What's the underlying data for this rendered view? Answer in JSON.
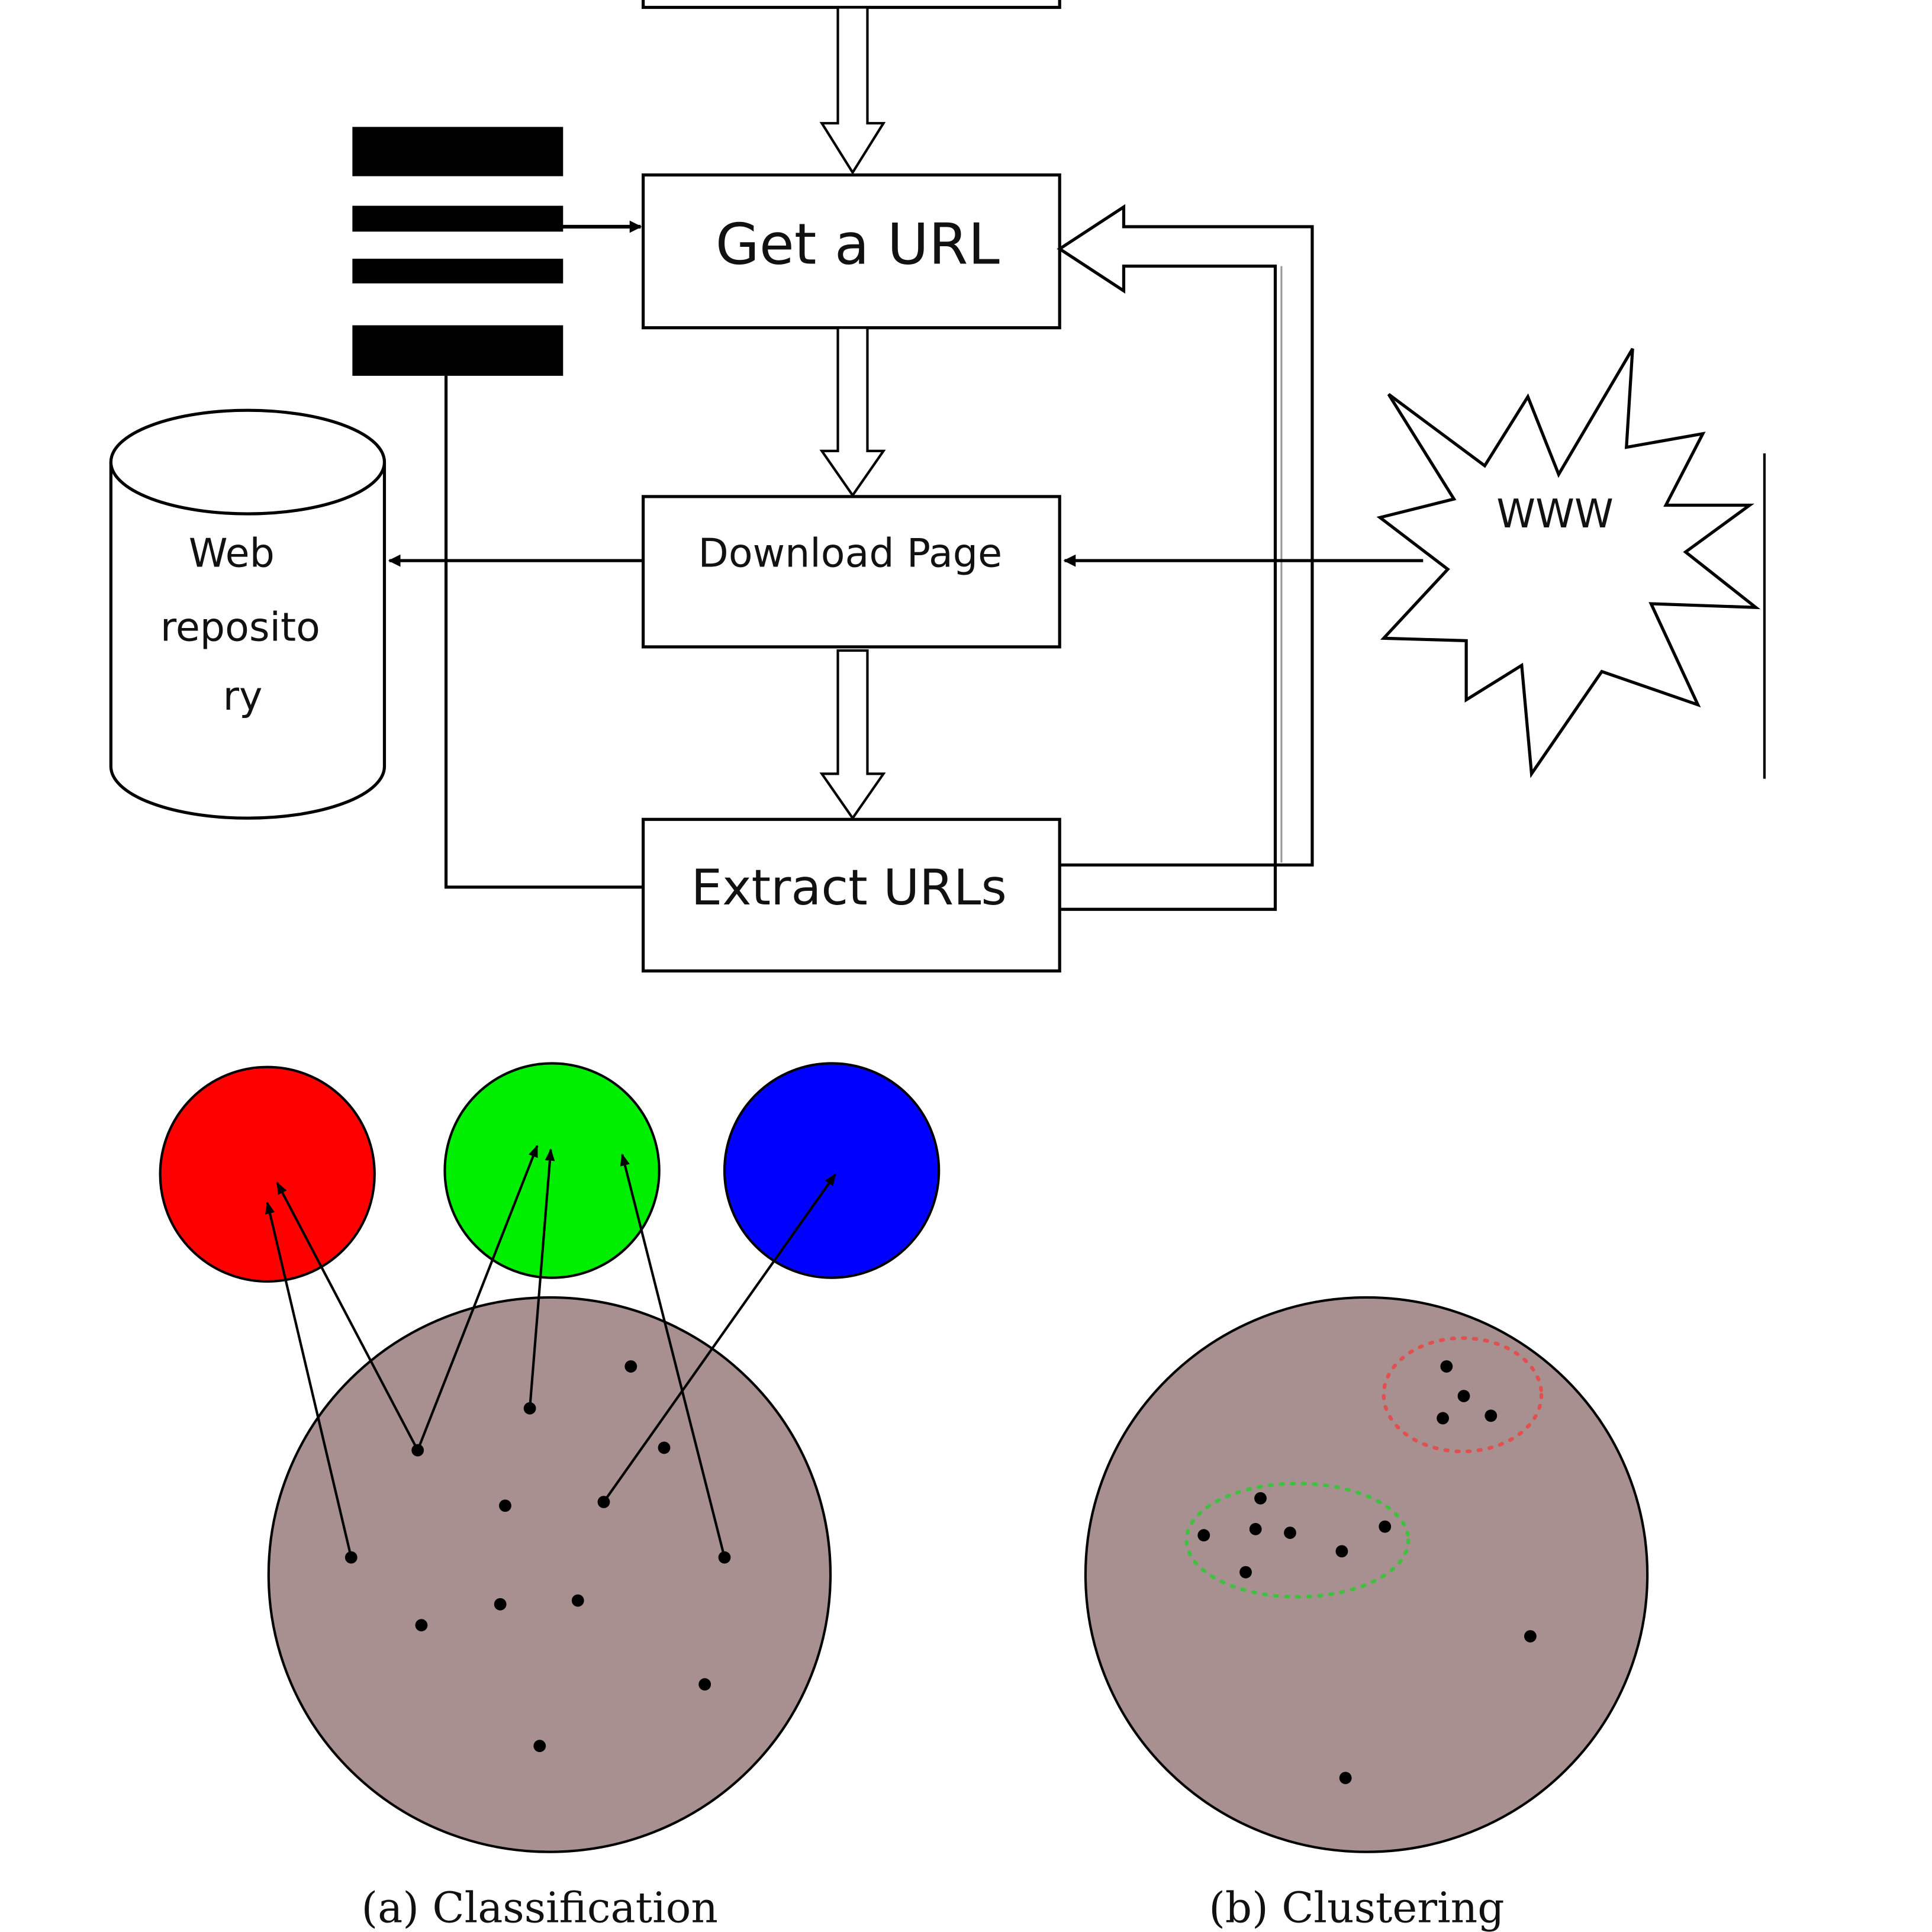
{
  "crawler": {
    "get_url_label": "Get a URL",
    "download_label": "Download Page",
    "extract_label": "Extract URLs",
    "repository_lines": [
      "Web",
      "reposito",
      "ry"
    ],
    "www_label": "WWW"
  },
  "classification": {
    "caption": "(a)  Classification",
    "class_colors": [
      "#ff0000",
      "#00ee00",
      "#0000ff"
    ],
    "dataset_color": "#a89090"
  },
  "clustering": {
    "caption": "(b)  Clustering",
    "dataset_color": "#a89090",
    "cluster_colors": [
      "#e05050",
      "#40c040"
    ]
  }
}
